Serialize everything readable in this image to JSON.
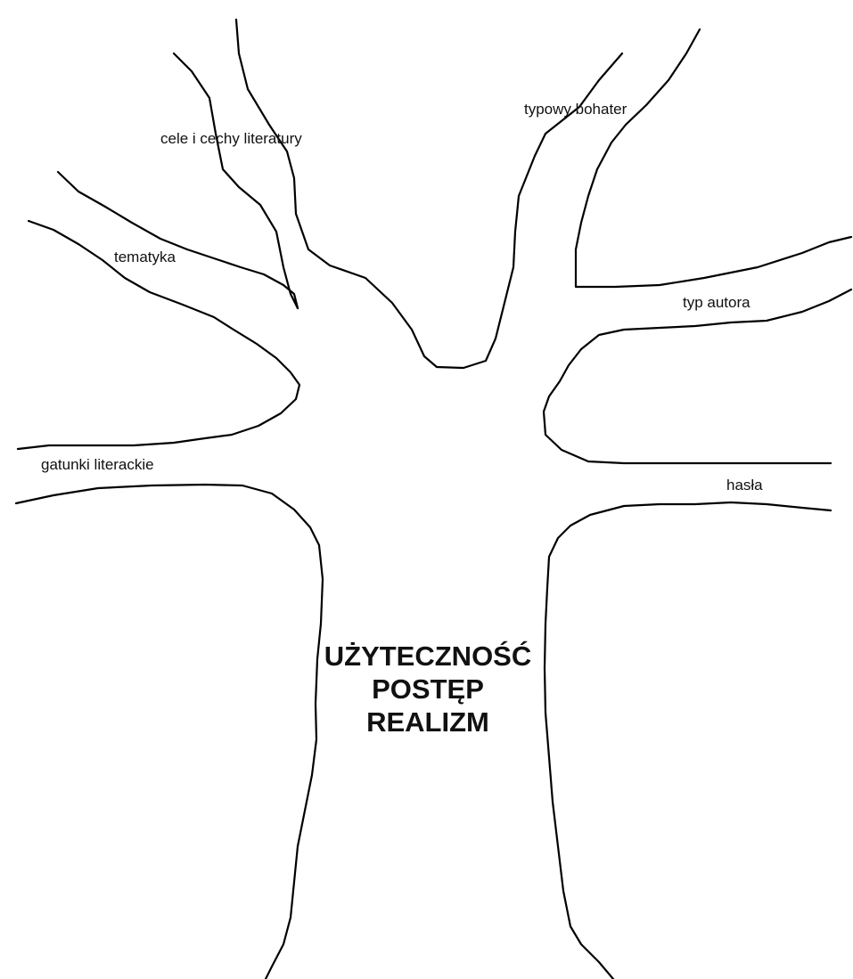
{
  "diagram": {
    "trunk_lines": [
      "UŻYTECZNOŚĆ",
      "POSTĘP",
      "REALIZM"
    ],
    "branches": {
      "goals": "cele i cechy literatury",
      "hero": "typowy bohater",
      "themes": "tematyka",
      "author": "typ autora",
      "genres": "gatunki literackie",
      "slogans": "hasła"
    },
    "line_color": "#000000"
  }
}
